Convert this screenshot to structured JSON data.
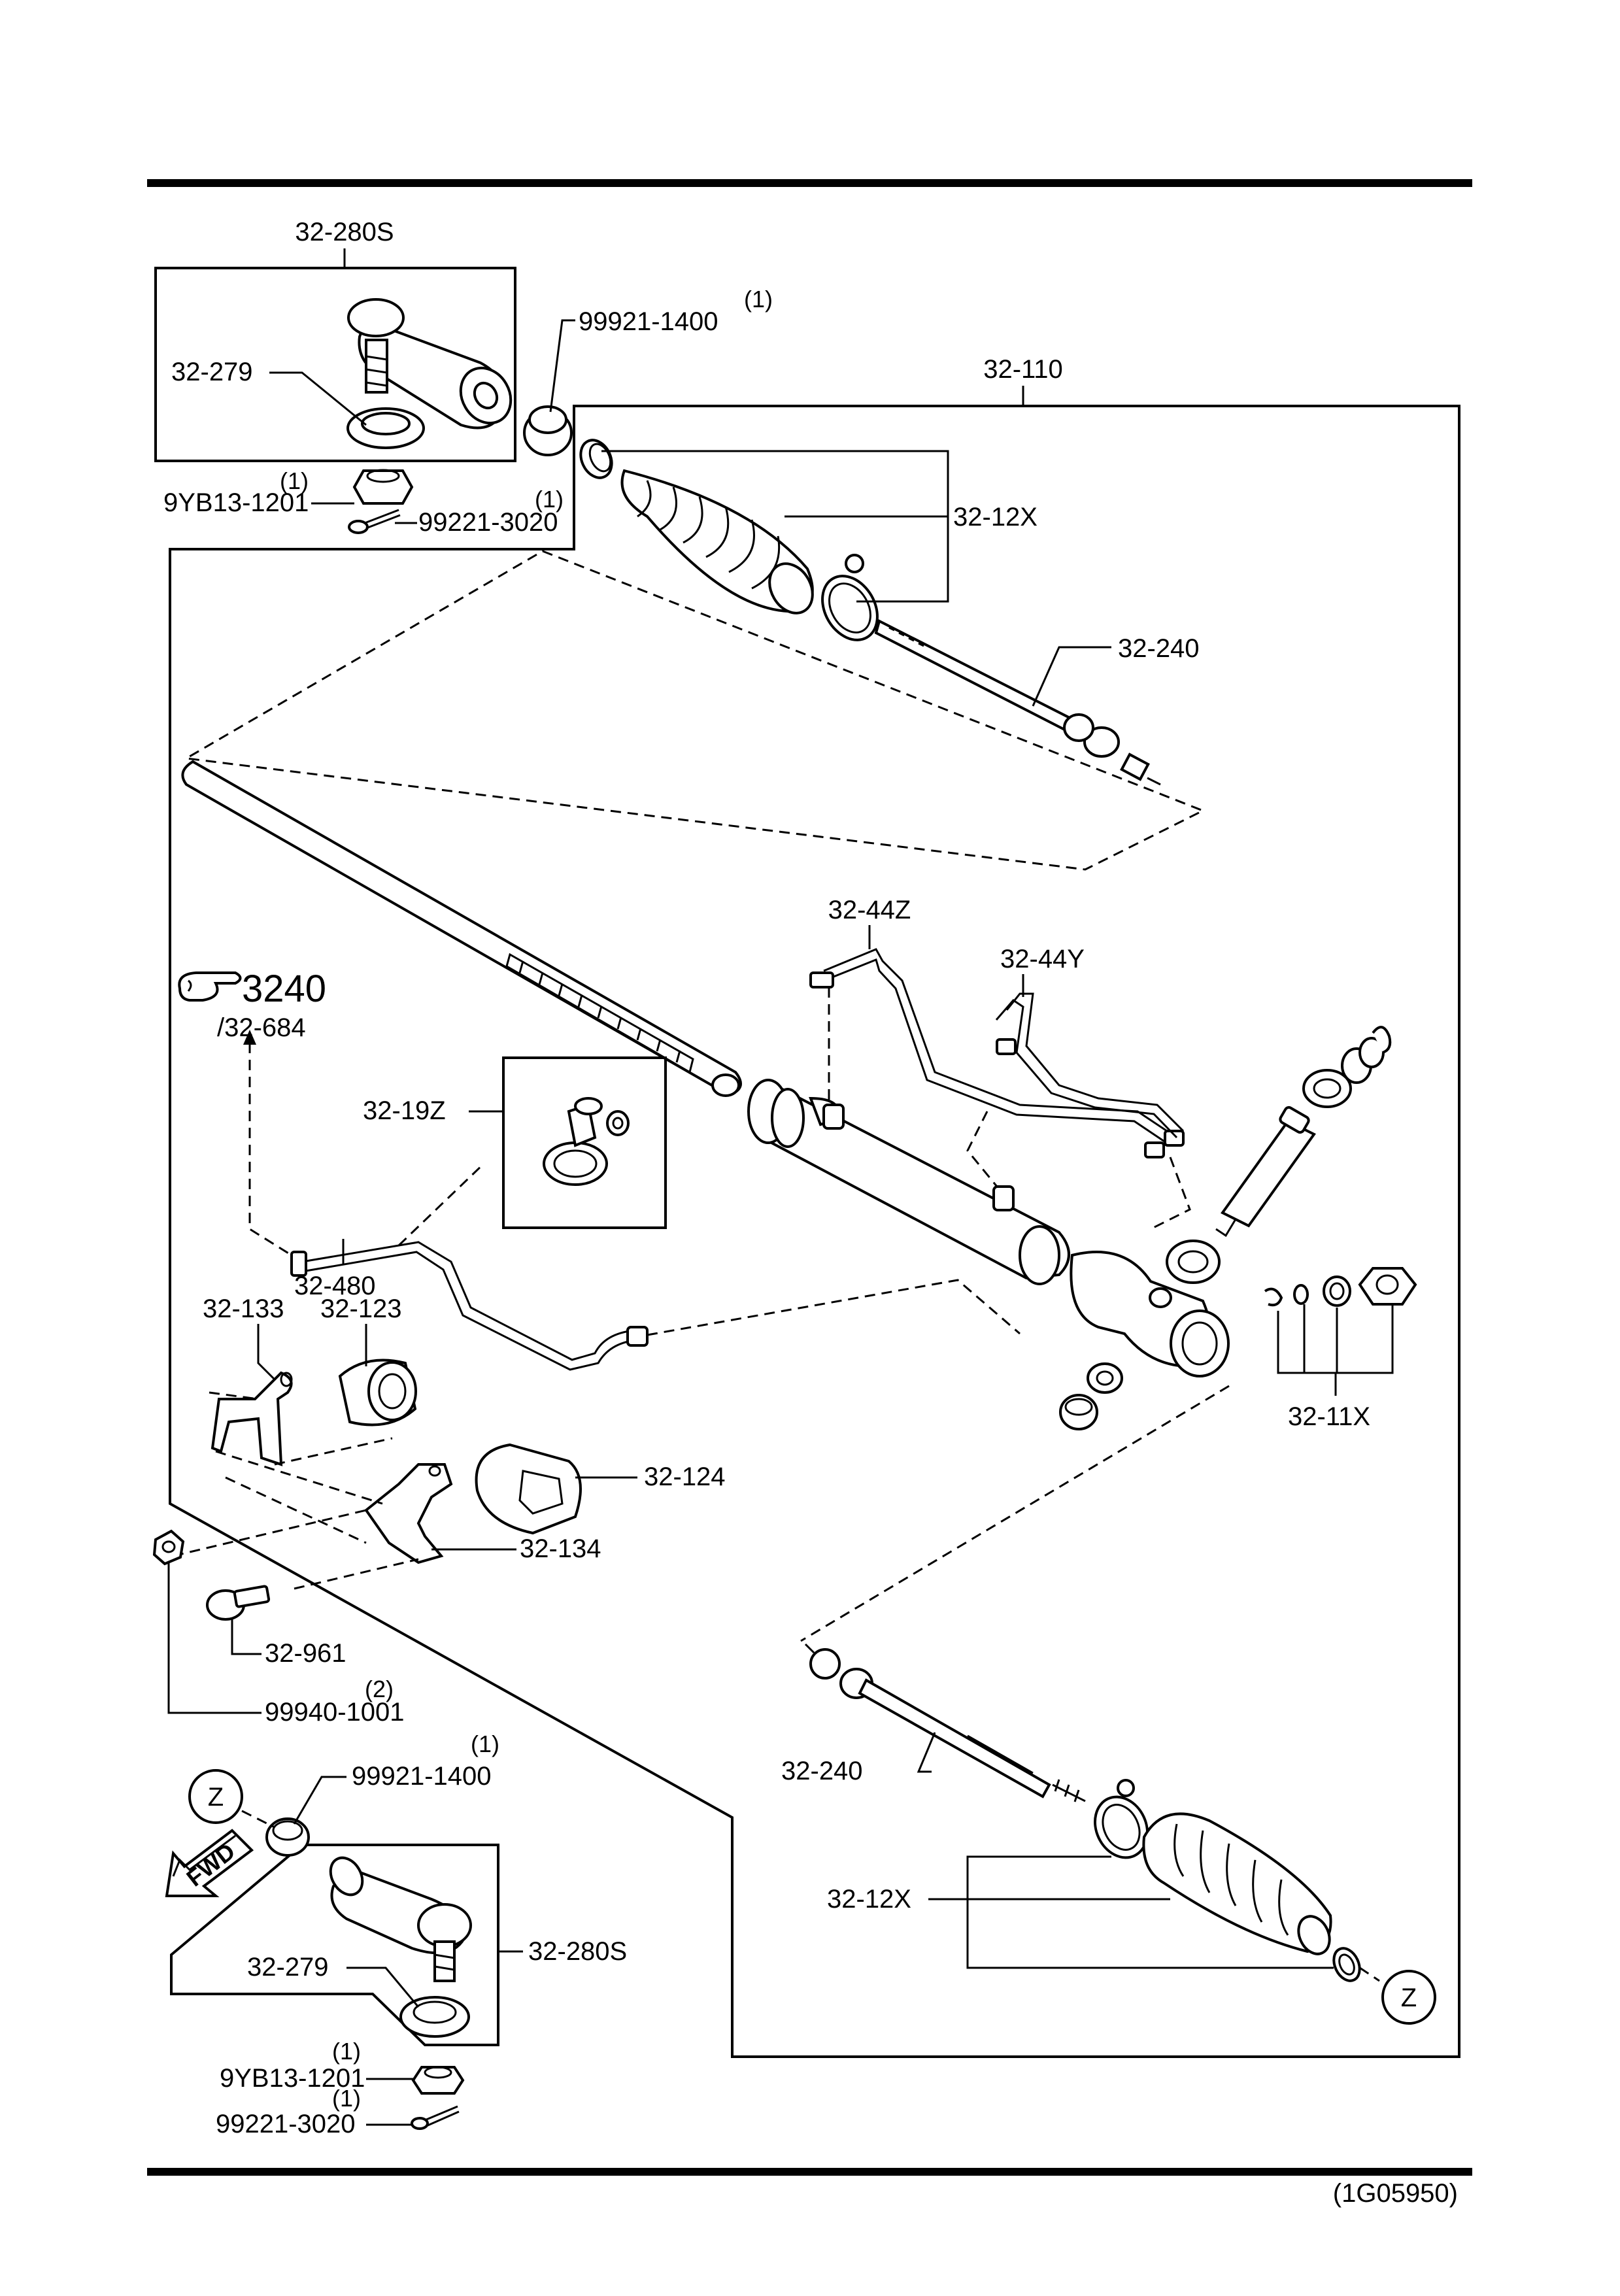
{
  "labels": {
    "kit_top": "32-280S",
    "kit_bottom": "32-280S",
    "joint_top": "32-279",
    "joint_bottom": "32-279",
    "nut_top": "99921-1400",
    "nut_top_qty": "(1)",
    "nut_bottom": "99921-1400",
    "nut_bottom_qty": "(1)",
    "castle_top": "9YB13-1201",
    "castle_top_qty": "(1)",
    "castle_bottom": "9YB13-1201",
    "castle_bottom_qty": "(1)",
    "pin_top": "99221-3020",
    "pin_top_qty": "(1)",
    "pin_bottom": "99221-3020",
    "pin_bottom_qty": "(1)",
    "gear_assembly": "32-110",
    "boot_top": "32-12X",
    "boot_bottom": "32-12X",
    "tie_rod_top": "32-240",
    "tie_rod_bottom": "32-240",
    "pipe_a": "32-44Z",
    "pipe_b": "32-44Y",
    "ref_number": "3240",
    "ref_sub": "/32-684",
    "clamp": "32-19Z",
    "hose": "32-480",
    "bracket_a": "32-133",
    "mount_a": "32-123",
    "mount_b": "32-124",
    "bracket_b": "32-134",
    "seal_kit": "32-11X",
    "bolt": "32-961",
    "nut_mount": "99940-1001",
    "nut_mount_qty": "(2)",
    "marker_top": "Z",
    "marker_bottom": "Z",
    "fwd": "FWD",
    "figure_code": "(1G05950)"
  },
  "icons": {
    "reference": "pointing-hand-icon",
    "direction": "fwd-arrow-icon",
    "connector": "z-circle-icon"
  }
}
